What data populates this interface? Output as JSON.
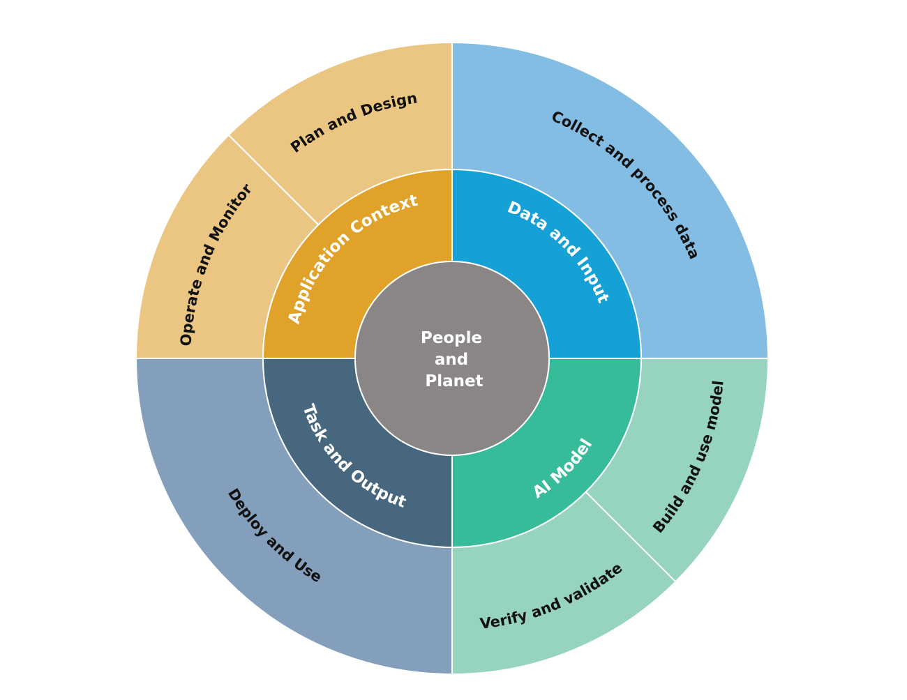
{
  "center": {
    "lines": [
      "People",
      "and",
      "Planet"
    ],
    "color": "#8a8685"
  },
  "middle_ring": [
    {
      "label": "Application Context",
      "color": "#e0a228"
    },
    {
      "label": "Data and Input",
      "color": "#15a1d6"
    },
    {
      "label": "AI Model",
      "color": "#37bc9b"
    },
    {
      "label": "Task and Output",
      "color": "#47677f"
    }
  ],
  "outer_ring": [
    {
      "label": "Plan and Design",
      "color": "#ebc682"
    },
    {
      "label": "Collect and process data",
      "color": "#84bde3"
    },
    {
      "label": "Build and use model",
      "color": "#97d4c0"
    },
    {
      "label": "Verify and validate",
      "color": "#97d4c0"
    },
    {
      "label": "Deploy and Use",
      "color": "#839fbc"
    },
    {
      "label": "Operate and Monitor",
      "color": "#ebc682"
    }
  ],
  "separator_color": "#ffffff"
}
